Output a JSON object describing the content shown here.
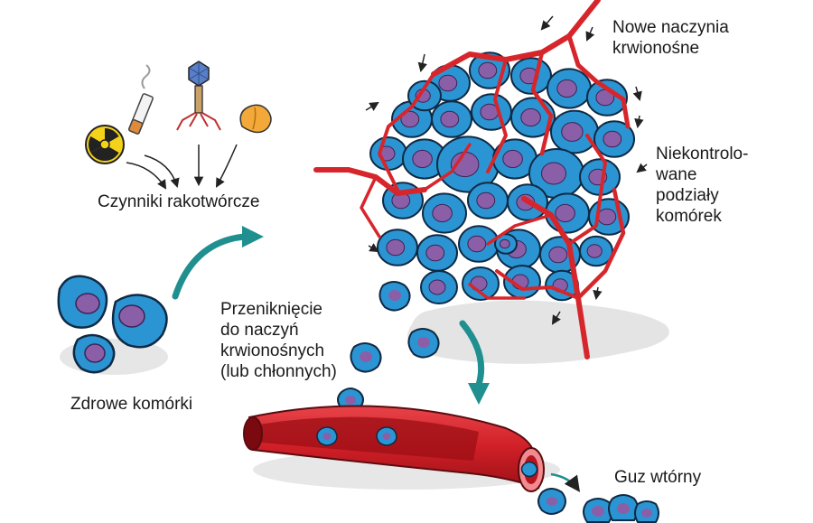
{
  "labels": {
    "carcinogens": "Czynniki rakotwórcze",
    "healthy_cells": "Zdrowe komórki",
    "new_vessels_1": "Nowe naczynia",
    "new_vessels_2": "krwionośne",
    "uncontrolled_1": "Niekontrolo-",
    "uncontrolled_2": "wane",
    "uncontrolled_3": "podziały",
    "uncontrolled_4": "komórek",
    "penetration_1": "Przeniknięcie",
    "penetration_2": "do naczyń",
    "penetration_3": "krwionośnych",
    "penetration_4": "(lub chłonnych)",
    "secondary_tumor": "Guz wtórny"
  },
  "icons": [
    "radiation-icon",
    "cigarette-icon",
    "virus-icon",
    "food-icon"
  ],
  "colors": {
    "cell_fill": "#2b95d4",
    "cell_outline": "#0f2a44",
    "nucleus": "#8a5fa8",
    "vessel": "#d6262c",
    "teal_arrow": "#1f8f90",
    "shadow": "#e4e4e4"
  }
}
